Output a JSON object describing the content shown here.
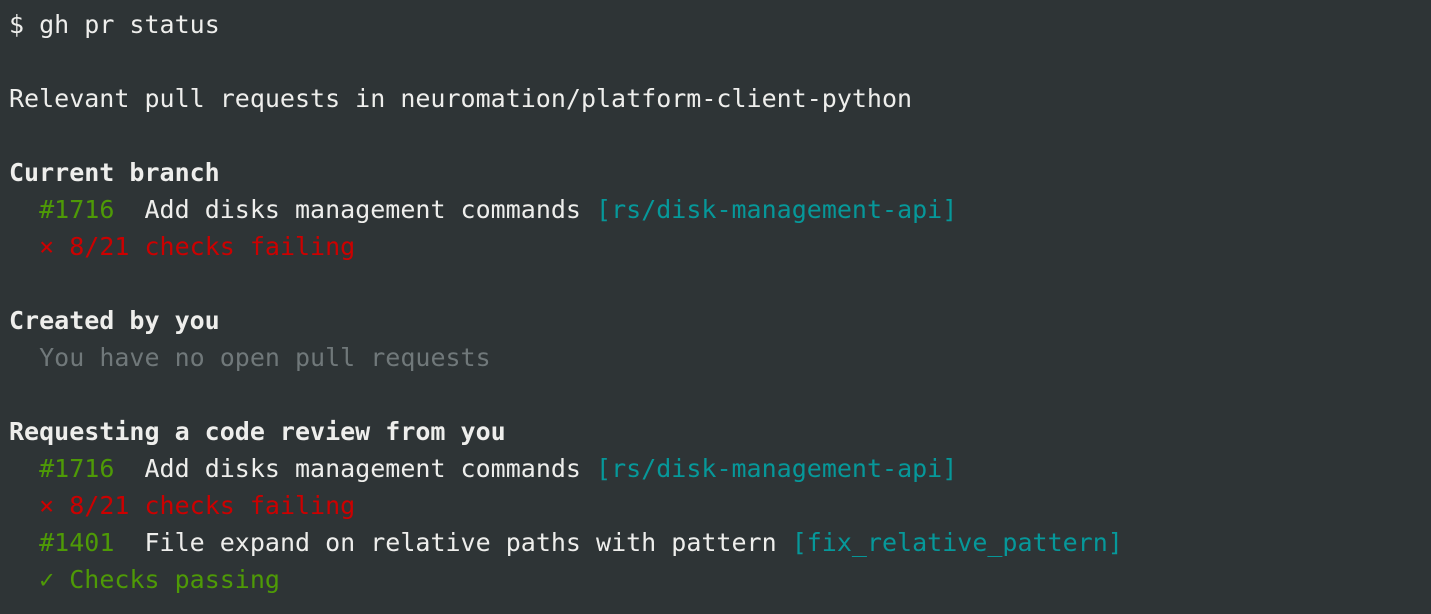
{
  "terminal": {
    "background": "#2e3436",
    "foreground": "#eeeeec",
    "palette": {
      "green": "#4e9a06",
      "red": "#cc0000",
      "cyan": "#06989a",
      "dim_gray": "#70787a",
      "white": "#eeeeec"
    }
  },
  "prompt": {
    "symbol": "$",
    "command": "gh pr status",
    "full_line": "$ gh pr status"
  },
  "output": {
    "intro": "Relevant pull requests in neuromation/platform-client-python",
    "repository": "neuromation/platform-client-python",
    "sections": [
      {
        "heading": "Current branch",
        "empty_message": null,
        "pull_requests": [
          {
            "number": "#1716",
            "title": "Add disks management commands",
            "branch": "[rs/disk-management-api]",
            "status_icon": "×",
            "status_text": "8/21 checks failing",
            "status_state": "failing"
          }
        ]
      },
      {
        "heading": "Created by you",
        "empty_message": "You have no open pull requests",
        "pull_requests": []
      },
      {
        "heading": "Requesting a code review from you",
        "empty_message": null,
        "pull_requests": [
          {
            "number": "#1716",
            "title": "Add disks management commands",
            "branch": "[rs/disk-management-api]",
            "status_icon": "×",
            "status_text": "8/21 checks failing",
            "status_state": "failing"
          },
          {
            "number": "#1401",
            "title": "File expand on relative paths with pattern",
            "branch": "[fix_relative_pattern]",
            "status_icon": "✓",
            "status_text": "Checks passing",
            "status_state": "passing"
          }
        ]
      }
    ]
  },
  "spacing": {
    "pr_indent": "  ",
    "between_number_and_title": "  ",
    "space": " "
  }
}
